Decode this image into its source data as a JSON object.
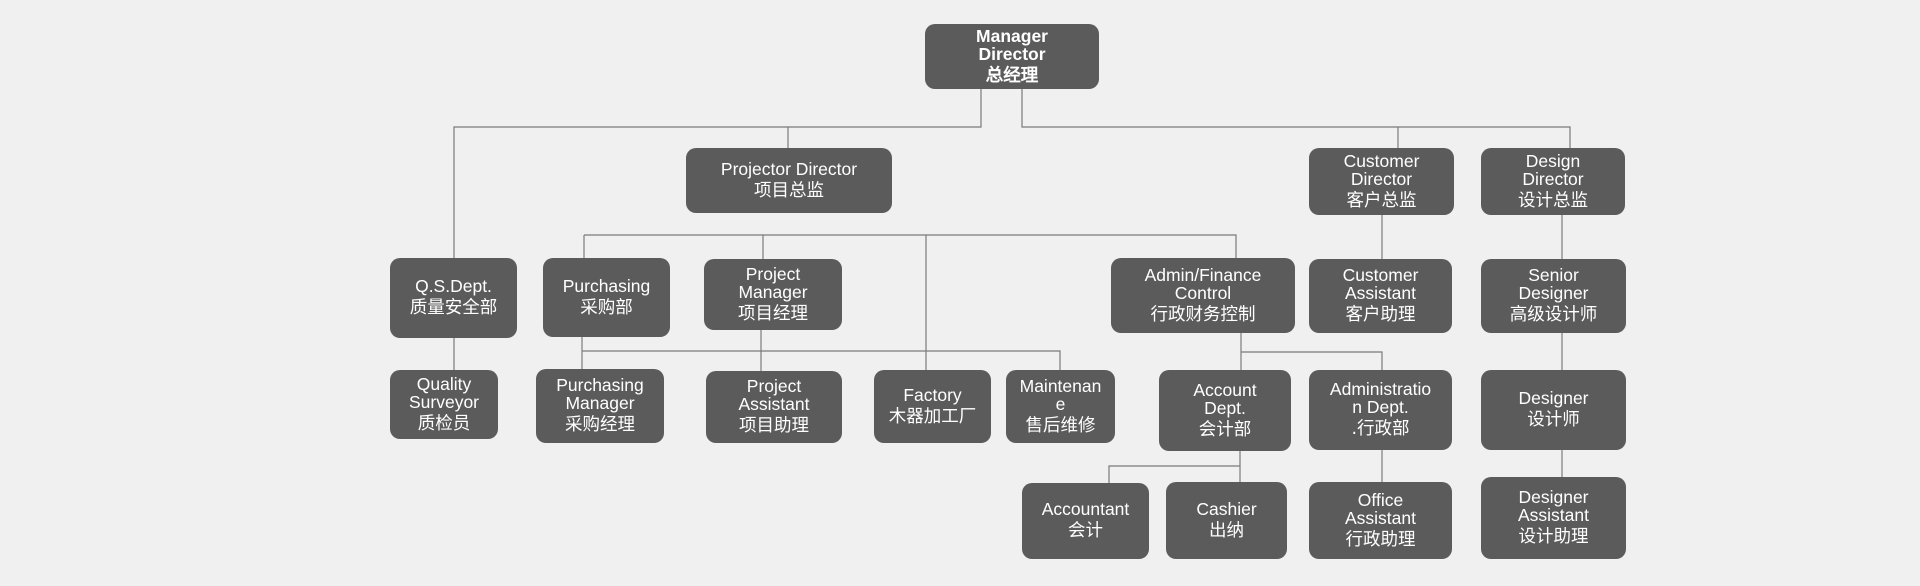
{
  "org_chart": {
    "nodes": [
      {
        "id": "manager-director",
        "en": "Manager\nDirector",
        "zh": "总经理"
      },
      {
        "id": "projector-director",
        "en": "Projector Director",
        "zh": "项目总监"
      },
      {
        "id": "customer-director",
        "en": "Customer\nDirector",
        "zh": "客户总监"
      },
      {
        "id": "design-director",
        "en": "Design\nDirector",
        "zh": "设计总监"
      },
      {
        "id": "qs-dept",
        "en": "Q.S.Dept.",
        "zh": "质量安全部"
      },
      {
        "id": "purchasing",
        "en": "Purchasing",
        "zh": "采购部"
      },
      {
        "id": "project-manager",
        "en": "Project\nManager",
        "zh": "项目经理"
      },
      {
        "id": "admin-finance-control",
        "en": "Admin/Finance\nControl",
        "zh": "行政财务控制"
      },
      {
        "id": "customer-assistant",
        "en": "Customer\nAssistant",
        "zh": "客户助理"
      },
      {
        "id": "senior-designer",
        "en": "Senior\nDesigner",
        "zh": "高级设计师"
      },
      {
        "id": "quality-surveyor",
        "en": "Quality\nSurveyor",
        "zh": "质检员"
      },
      {
        "id": "purchasing-manager",
        "en": "Purchasing\nManager",
        "zh": "采购经理"
      },
      {
        "id": "project-assistant",
        "en": "Project\nAssistant",
        "zh": "项目助理"
      },
      {
        "id": "factory",
        "en": "Factory",
        "zh": "木器加工厂"
      },
      {
        "id": "maintenance",
        "en": "Maintenan\ne",
        "zh": "售后维修"
      },
      {
        "id": "account-dept",
        "en": "Account\nDept.",
        "zh": "会计部"
      },
      {
        "id": "administration-dept",
        "en": "Administratio\nn Dept.",
        "zh": ".行政部"
      },
      {
        "id": "designer",
        "en": "Designer",
        "zh": "设计师"
      },
      {
        "id": "accountant",
        "en": "Accountant",
        "zh": "会计"
      },
      {
        "id": "cashier",
        "en": "Cashier",
        "zh": "出纳"
      },
      {
        "id": "office-assistant",
        "en": "Office\nAssistant",
        "zh": "行政助理"
      },
      {
        "id": "designer-assistant",
        "en": "Designer\nAssistant",
        "zh": "设计助理"
      }
    ],
    "links": [
      [
        "manager-director",
        "qs-dept"
      ],
      [
        "manager-director",
        "projector-director"
      ],
      [
        "manager-director",
        "customer-director"
      ],
      [
        "manager-director",
        "design-director"
      ],
      [
        "qs-dept",
        "quality-surveyor"
      ],
      [
        "projector-director",
        "purchasing"
      ],
      [
        "projector-director",
        "project-manager"
      ],
      [
        "projector-director",
        "factory"
      ],
      [
        "projector-director",
        "admin-finance-control"
      ],
      [
        "purchasing",
        "purchasing-manager"
      ],
      [
        "project-manager",
        "project-assistant"
      ],
      [
        "project-manager",
        "maintenance"
      ],
      [
        "admin-finance-control",
        "account-dept"
      ],
      [
        "admin-finance-control",
        "administration-dept"
      ],
      [
        "account-dept",
        "accountant"
      ],
      [
        "account-dept",
        "cashier"
      ],
      [
        "administration-dept",
        "office-assistant"
      ],
      [
        "customer-director",
        "customer-assistant"
      ],
      [
        "design-director",
        "senior-designer"
      ],
      [
        "senior-designer",
        "designer"
      ],
      [
        "designer",
        "designer-assistant"
      ]
    ]
  }
}
